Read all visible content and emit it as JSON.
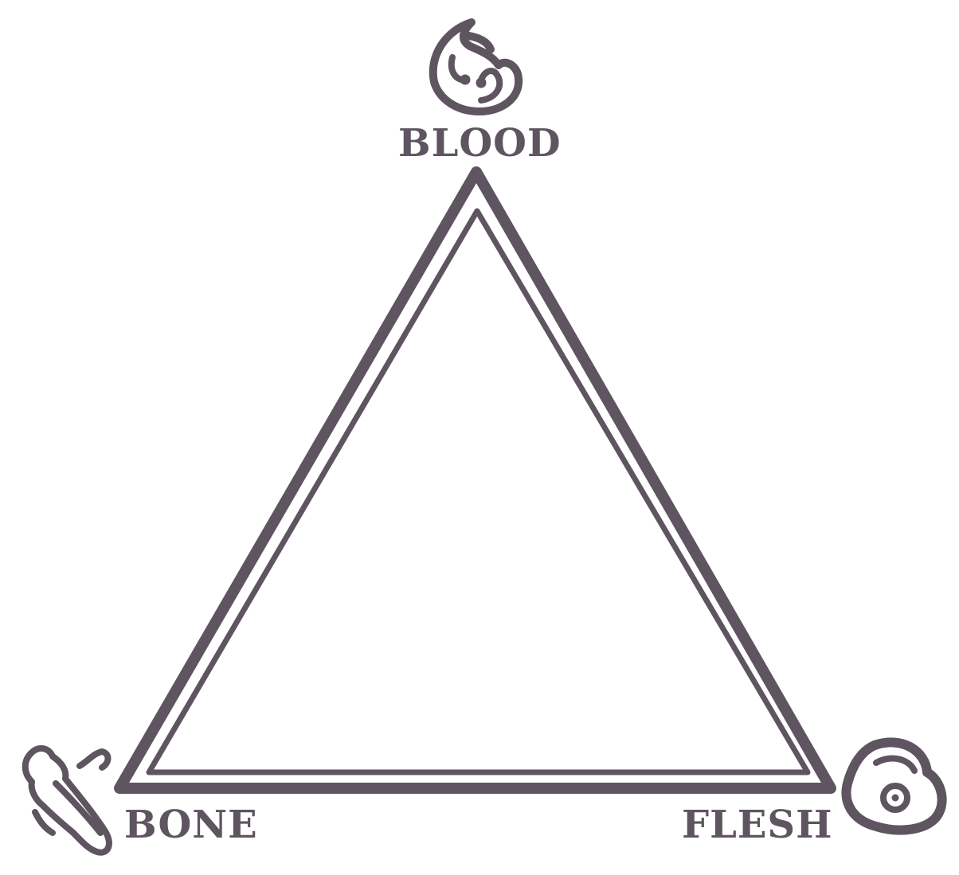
{
  "diagram": {
    "color": "#5e5561",
    "background": "#ffffff",
    "nodes": [
      {
        "id": "blood",
        "label": "BLOOD",
        "icon": "blood-drop-icon",
        "position": "top"
      },
      {
        "id": "bone",
        "label": "BONE",
        "icon": "bone-icon",
        "position": "bottom-left"
      },
      {
        "id": "flesh",
        "label": "FLESH",
        "icon": "flesh-meat-icon",
        "position": "bottom-right"
      }
    ]
  }
}
